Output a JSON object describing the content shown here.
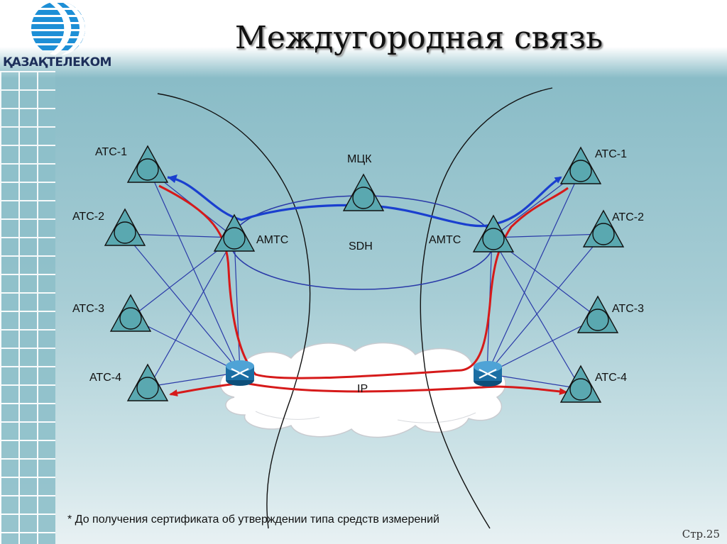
{
  "title": "Междугородная связь",
  "logo": {
    "text": "ҚАЗАҚТЕЛЕКОМ"
  },
  "labels": {
    "atc1_left": "АТС-1",
    "atc2_left": "АТС-2",
    "atc3_left": "АТС-3",
    "atc4_left": "АТС-4",
    "atc1_right": "АТС-1",
    "atc2_right": "АТС-2",
    "atc3_right": "АТС-3",
    "atc4_right": "АТС-4",
    "amtc_left": "АМТС",
    "amtc_right": "АМТС",
    "mck": "МЦК",
    "sdh": "SDH",
    "ip": "IP"
  },
  "footnote": "* До получения сертификата об утверждении типа средств измерений",
  "page_number": "Стр.25",
  "colors": {
    "blue_path": "#1a3fcf",
    "red_path": "#d61a1a",
    "link": "#2a3aa8",
    "node_fill": "#5aa8b0"
  }
}
